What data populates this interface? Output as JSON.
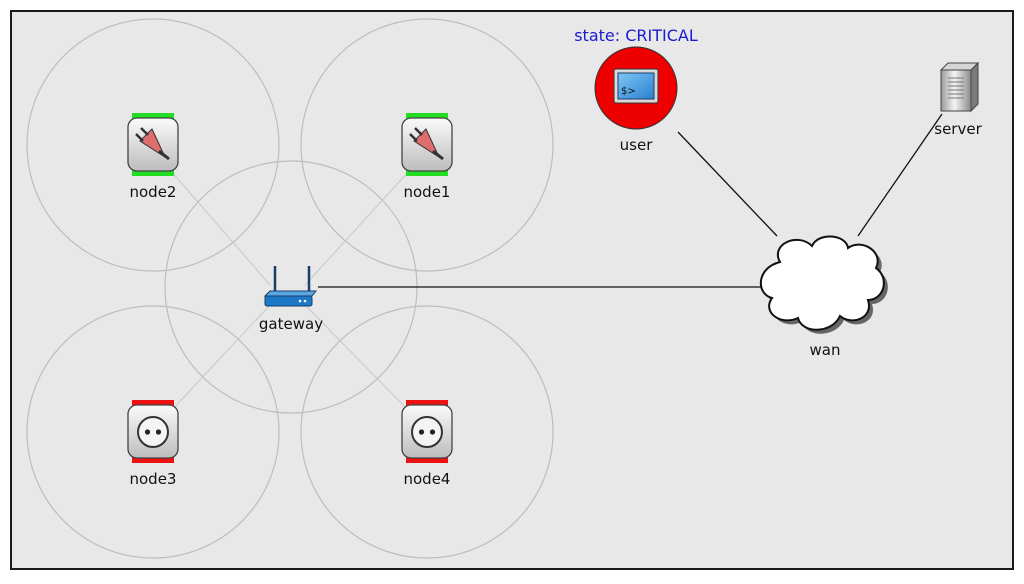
{
  "colors": {
    "background": "#e8e8e8",
    "border": "#1a1a1a",
    "range_circle": "#bdbdbd",
    "link_line": "#111111",
    "faint_link": "#c8c8c8",
    "status_ok": "#22dd22",
    "status_error": "#ee1111",
    "critical_ring": "#ee0000",
    "state_text": "#1a1ad0",
    "router_blue": "#1e78c8"
  },
  "state_label": "state: CRITICAL",
  "nodes": {
    "node1": {
      "label": "node1",
      "icon": "plug-icon",
      "status": "ok"
    },
    "node2": {
      "label": "node2",
      "icon": "plug-icon",
      "status": "ok"
    },
    "node3": {
      "label": "node3",
      "icon": "socket-icon",
      "status": "error"
    },
    "node4": {
      "label": "node4",
      "icon": "socket-icon",
      "status": "error"
    },
    "gateway": {
      "label": "gateway",
      "icon": "wifi-router-icon"
    },
    "wan": {
      "label": "wan",
      "icon": "cloud-icon"
    },
    "user": {
      "label": "user",
      "icon": "terminal-icon",
      "state": "CRITICAL"
    },
    "server": {
      "label": "server",
      "icon": "server-tower-icon"
    }
  }
}
